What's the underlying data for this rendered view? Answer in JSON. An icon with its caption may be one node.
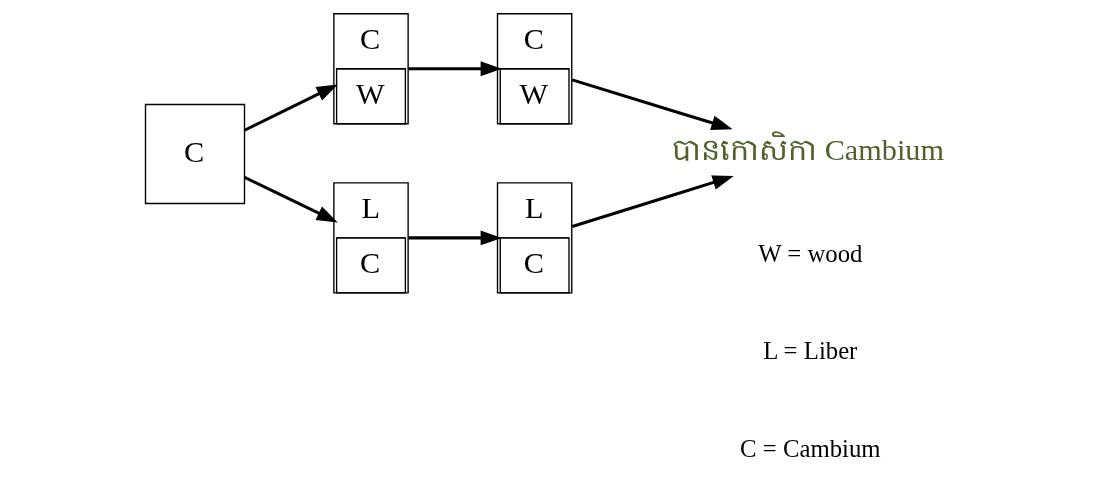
{
  "diagram": {
    "nodes": [
      {
        "text": [
          "C"
        ]
      },
      {
        "text": [
          "C",
          "W"
        ]
      },
      {
        "text": [
          "C",
          "W"
        ]
      },
      {
        "text": [
          "L",
          "C"
        ]
      },
      {
        "text": [
          "L",
          "C"
        ]
      },
      {
        "text": [
          "បានកោសិកា Cambium"
        ]
      }
    ],
    "edges": [
      {
        "from": 0,
        "to": 1,
        "arrow": "to"
      },
      {
        "from": 0,
        "to": 3,
        "arrow": "to"
      },
      {
        "from": 1,
        "to": 2,
        "arrow": "to"
      },
      {
        "from": 2,
        "to": 5,
        "arrow": "to"
      },
      {
        "from": 3,
        "to": 4,
        "arrow": "to"
      },
      {
        "from": 4,
        "to": 5,
        "arrow": "to"
      }
    ],
    "labels": [
      "W = wood",
      "L = Liber",
      "C = Cambium"
    ]
  }
}
